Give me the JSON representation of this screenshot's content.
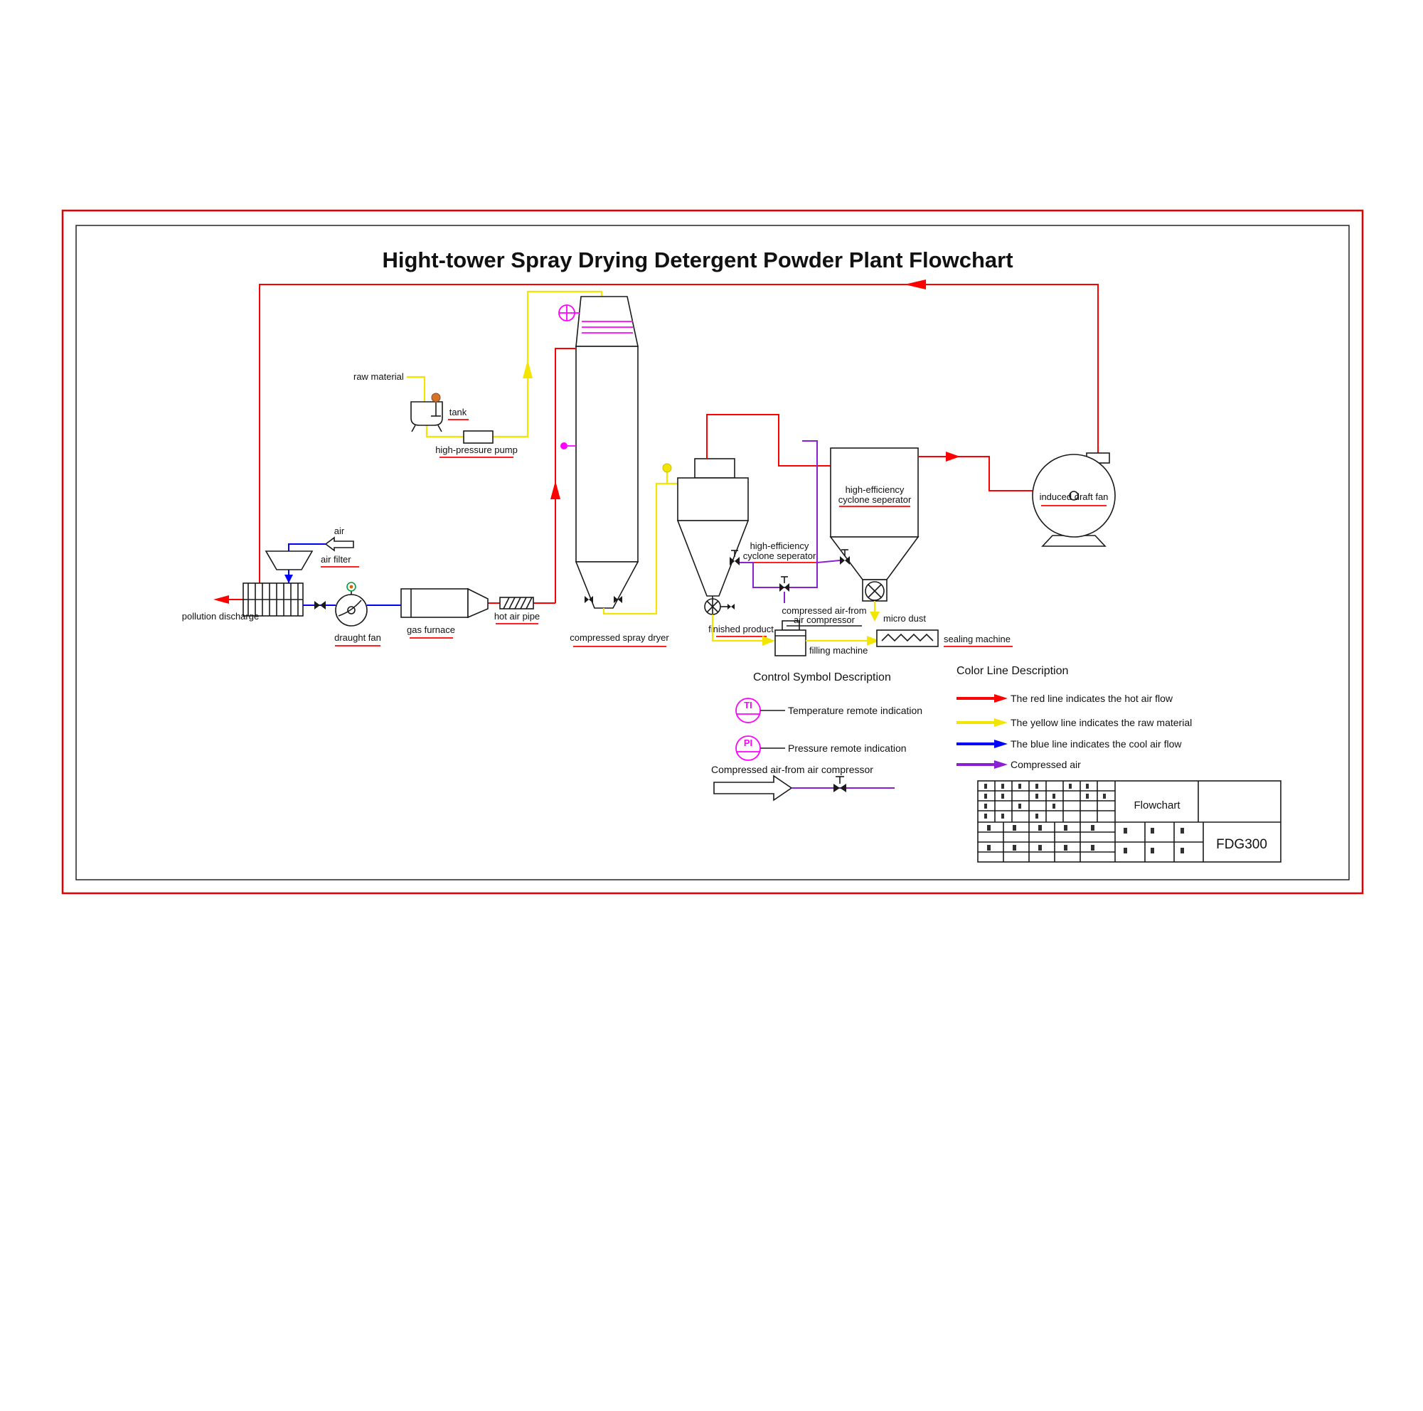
{
  "title": "Hight-tower Spray Drying Detergent Powder Plant Flowchart",
  "labels": {
    "raw_material": "raw material",
    "tank": "tank",
    "high_pressure_pump": "high-pressure pump",
    "air": "air",
    "air_filter": "air filter",
    "pollution_discharge": "pollution discharge",
    "draught_fan": "draught fan",
    "gas_furnace": "gas furnace",
    "hot_air_pipe": "hot air pipe",
    "spray_dryer": "compressed spray dryer",
    "cyclone1": {
      "line1": "high-efficiency",
      "line2": "cyclone seperator"
    },
    "cyclone2": {
      "line1": "high-efficiency",
      "line2": "cyclone seperator"
    },
    "induced_draft_fan": "induced draft fan",
    "finished_product": "finished product",
    "filling_machine": "filling machine",
    "sealing_machine": "sealing machine",
    "micro_dust": "micro dust",
    "compressed_air": {
      "line1": "compressed air-from",
      "line2": "air compressor"
    }
  },
  "legend": {
    "control_title": "Control Symbol Description",
    "ti": {
      "tag": "TI",
      "text": "Temperature remote indication"
    },
    "pi": {
      "tag": "PI",
      "text": "Pressure remote indication"
    },
    "compressed_air_text": "Compressed air-from air compressor"
  },
  "color_legend": {
    "title": "Color Line Description",
    "items": [
      {
        "color": "#ff0000",
        "text": "The red line indicates the hot air flow"
      },
      {
        "color": "#f2e500",
        "text": "The yellow line indicates the raw material"
      },
      {
        "color": "#0000ff",
        "text": "The blue line indicates the cool air flow"
      },
      {
        "color": "#8a1fd4",
        "text": "Compressed air"
      }
    ]
  },
  "title_block": {
    "doc_title": "Flowchart",
    "model": "FDG300"
  }
}
